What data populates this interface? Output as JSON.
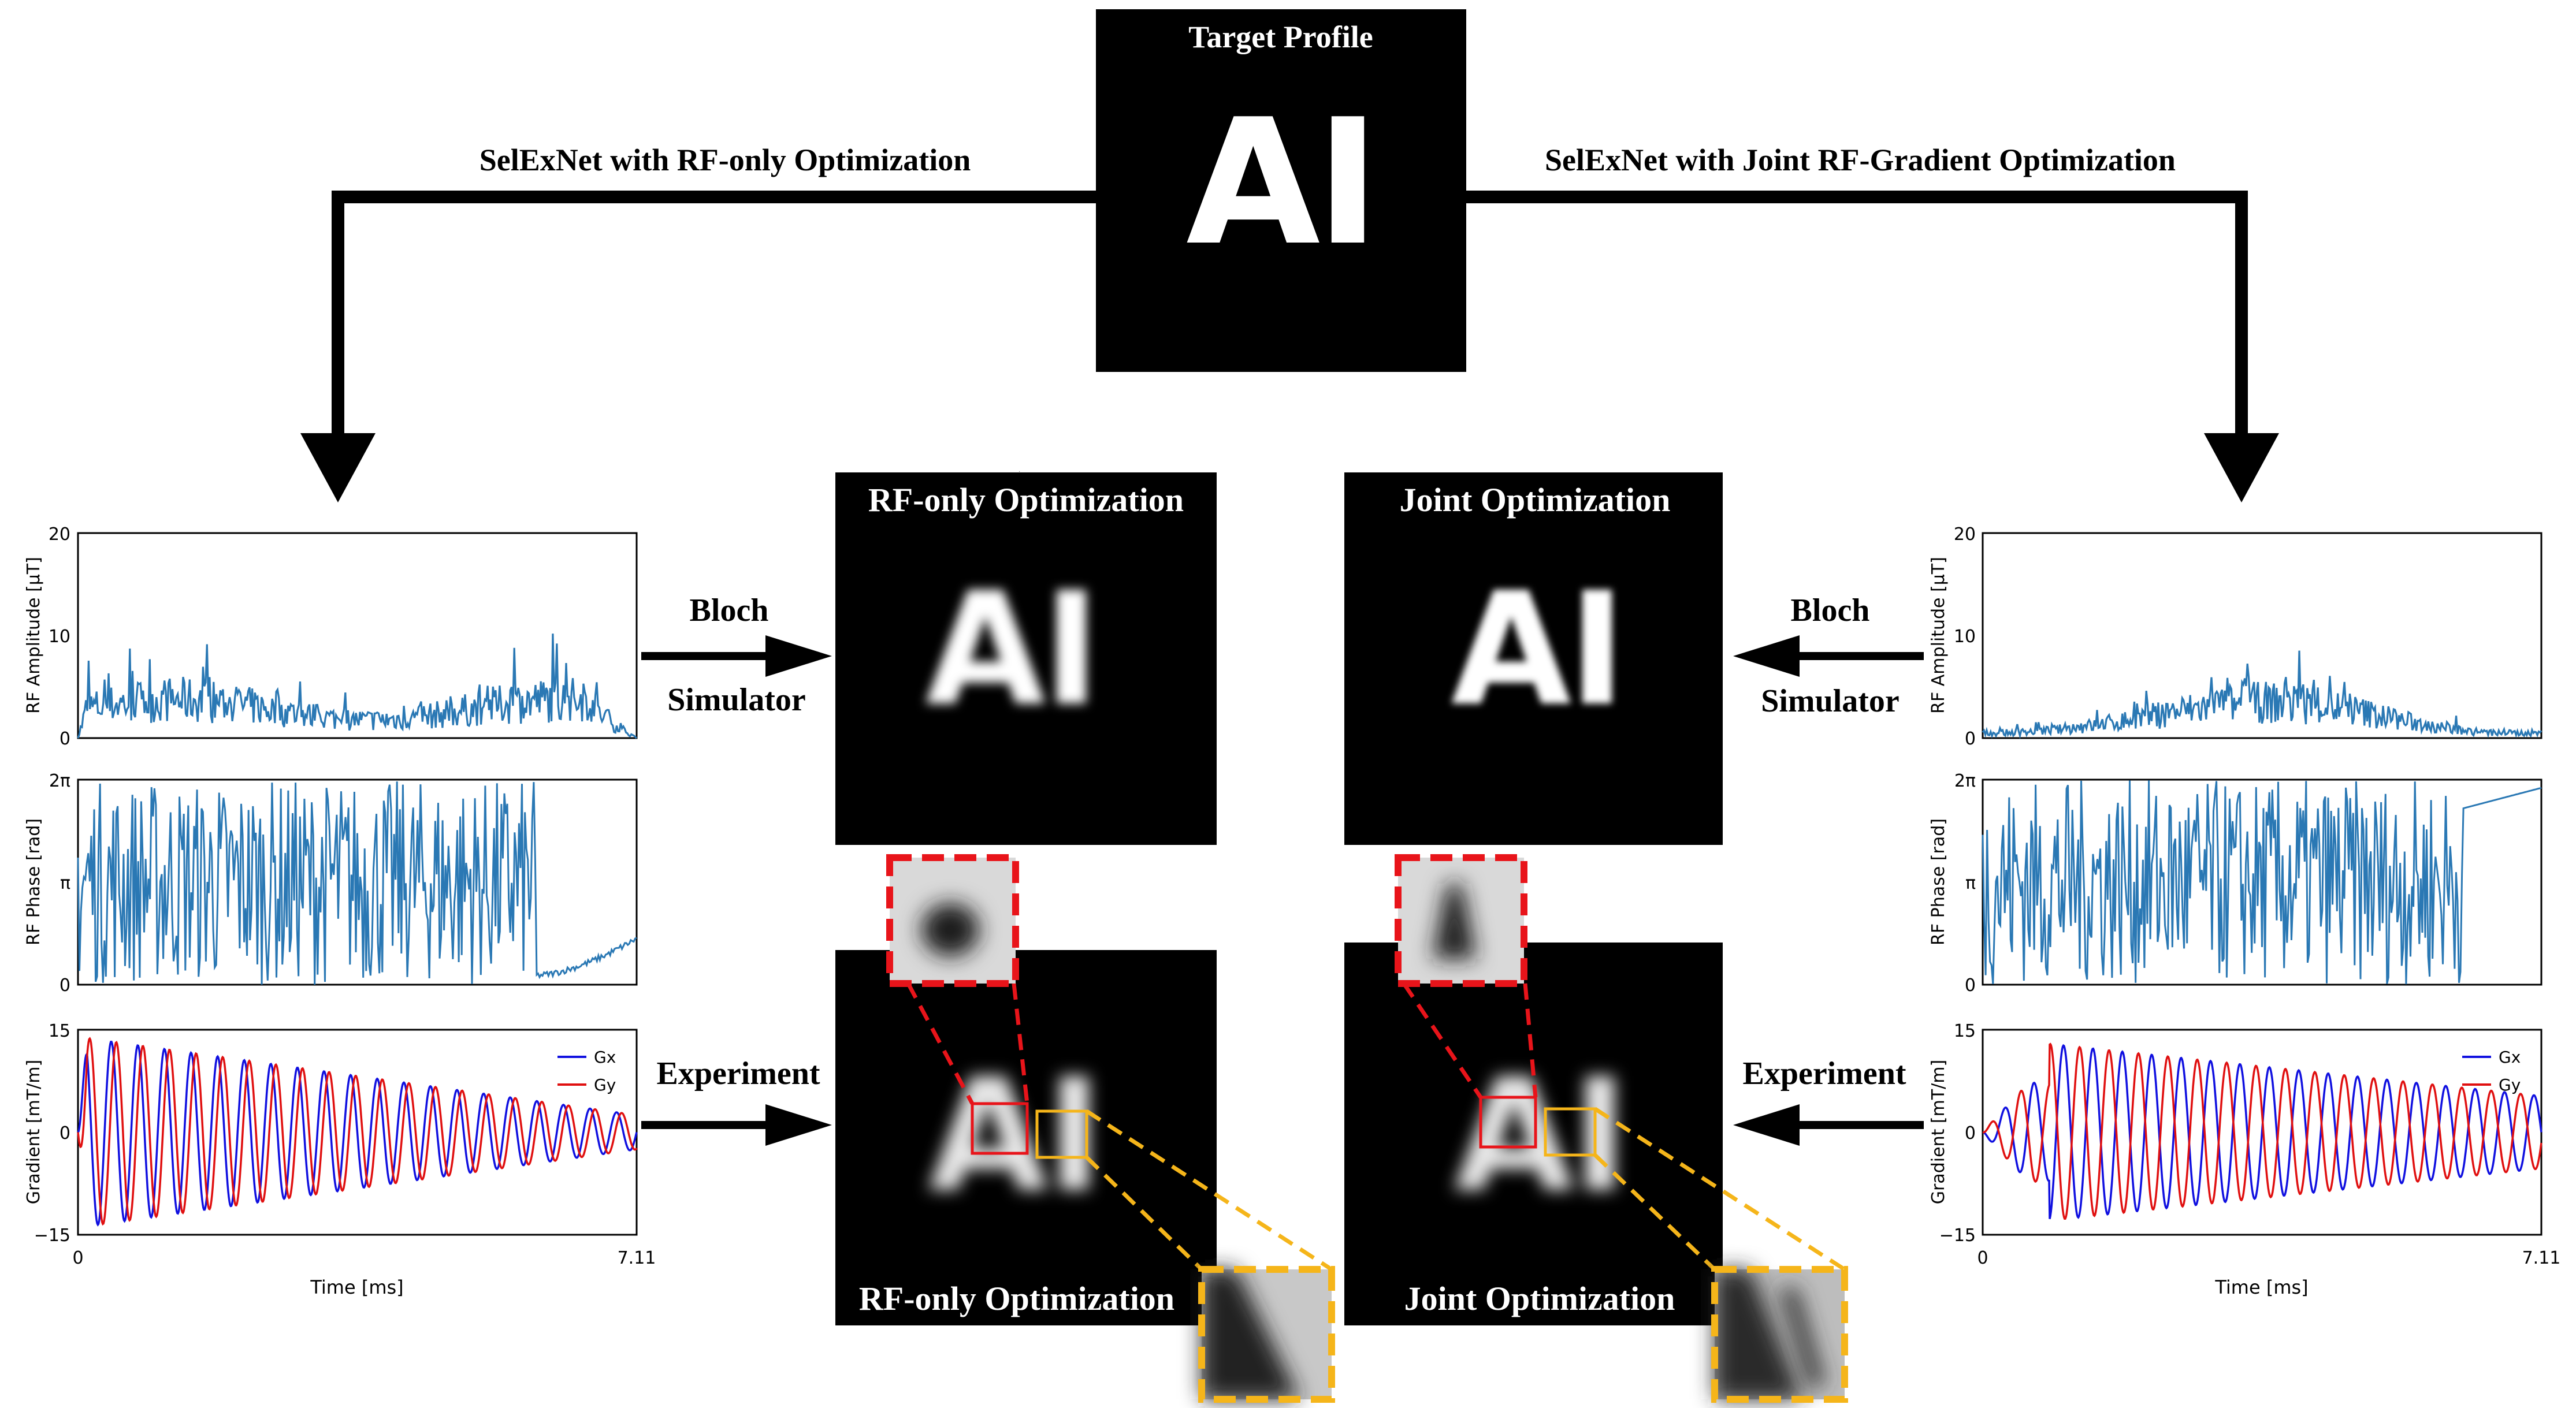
{
  "target": {
    "title": "Target Profile",
    "text": "AI"
  },
  "branches": {
    "left_label": "SelExNet with RF-only Optimization",
    "right_label": "SelExNet with Joint RF-Gradient Optimization"
  },
  "arrows": {
    "bloch_line1": "Bloch",
    "bloch_line2": "Simulator",
    "experiment": "Experiment"
  },
  "panels": {
    "rf_sim_title": "RF-only Optimization",
    "joint_sim_title": "Joint Optimization",
    "rf_exp_title": "RF-only Optimization",
    "joint_exp_title": "Joint Optimization",
    "image_text": "AI"
  },
  "plots": {
    "amp_ylabel": "RF Amplitude [μT]",
    "amp_ticks": [
      "0",
      "10",
      "20"
    ],
    "phase_ylabel": "RF Phase [rad]",
    "phase_ticks": [
      "0",
      "π",
      "2π"
    ],
    "grad_ylabel": "Gradient [mT/m]",
    "grad_ticks": [
      "−15",
      "0",
      "15"
    ],
    "x_ticks": [
      "0",
      "7.11"
    ],
    "xlabel": "Time [ms]",
    "legend": [
      "Gx",
      "Gy"
    ]
  },
  "colors": {
    "rf_trace": "#2a78b4",
    "gx": "#1010e0",
    "gy": "#e01010",
    "red_box": "#e8141a",
    "yellow_box": "#f5b51a"
  }
}
